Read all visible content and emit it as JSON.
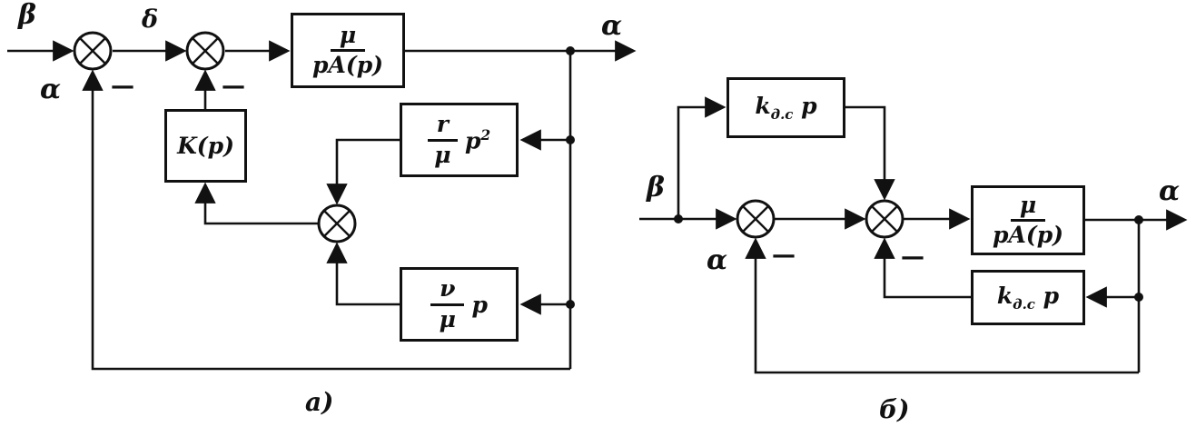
{
  "diagram_a": {
    "caption": "а)",
    "labels": {
      "input": "β",
      "delta": "δ",
      "output": "α",
      "feedback": "α",
      "minus_feedback": "—",
      "minus_inner": "—"
    },
    "blocks": {
      "plant": {
        "num": "μ",
        "den": "pA(p)"
      },
      "kp": "K(p)",
      "r": {
        "num": "r",
        "den": "μ",
        "factor": "p",
        "exp": "2"
      },
      "nu": {
        "num": "ν",
        "den": "μ",
        "factor": "p"
      }
    }
  },
  "diagram_b": {
    "caption": "б)",
    "labels": {
      "input": "β",
      "output": "α",
      "feedback": "α",
      "minus_feedback": "—",
      "minus_inner": "—"
    },
    "blocks": {
      "kdc_top": {
        "base": "k",
        "sub": "д.с",
        "factor": "p"
      },
      "kdc_bottom": {
        "base": "k",
        "sub": "д.с",
        "factor": "p"
      },
      "plant": {
        "num": "μ",
        "den": "pA(p)"
      }
    }
  }
}
